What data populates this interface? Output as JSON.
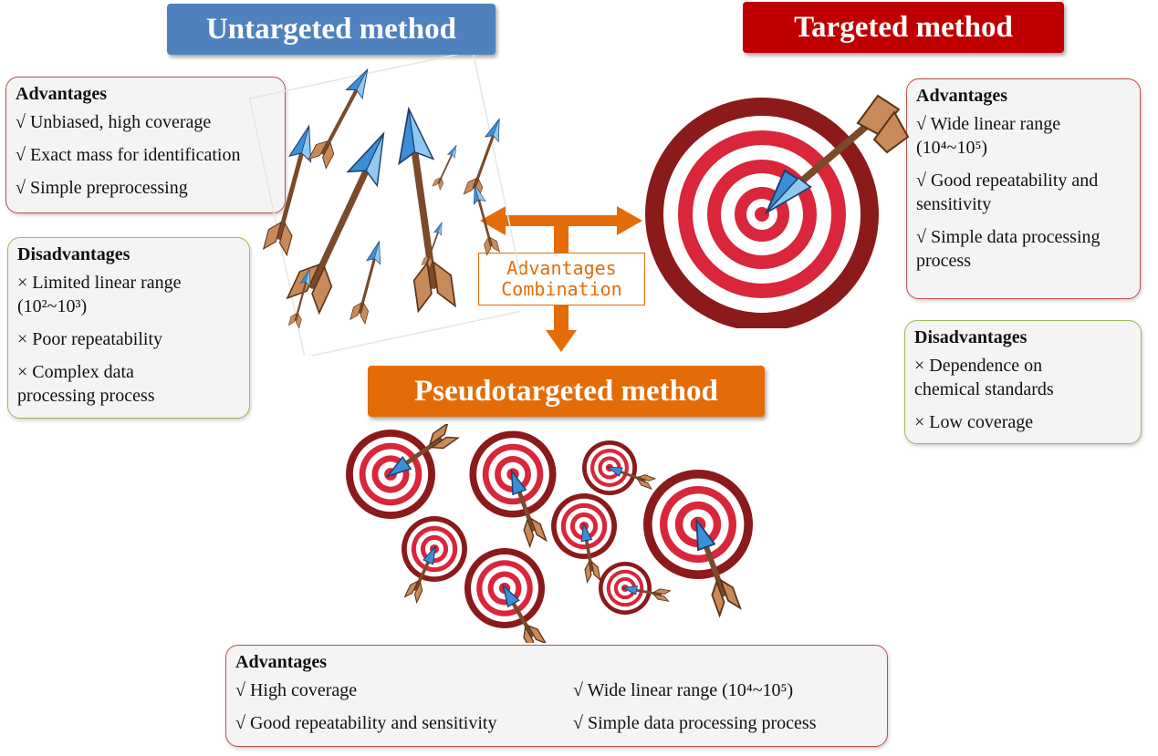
{
  "untargeted": {
    "title": "Untargeted method",
    "advantages_heading": "Advantages",
    "advantages": [
      "√ Unbiased, high coverage",
      "√ Exact mass for identification",
      "√ Simple preprocessing"
    ],
    "disadvantages_heading": "Disadvantages",
    "disadvantages": [
      "× Limited linear range",
      "(10²~10³)",
      "× Poor repeatability",
      "× Complex data",
      "processing process"
    ]
  },
  "targeted": {
    "title": "Targeted method",
    "advantages_heading": "Advantages",
    "advantages": [
      "√ Wide linear range",
      "(10⁴~10⁵)",
      "√ Good repeatability and",
      "sensitivity",
      "√ Simple data processing",
      "process"
    ],
    "disadvantages_heading": "Disadvantages",
    "disadvantages": [
      "× Dependence on",
      "chemical standards",
      "× Low coverage"
    ]
  },
  "combination": {
    "line1": "Advantages",
    "line2": "Combination"
  },
  "pseudotargeted": {
    "title": "Pseudotargeted method",
    "advantages_heading": "Advantages",
    "advantages": [
      "√ High coverage",
      "√ Wide linear range (10⁴~10⁵)",
      "√ Good repeatability and sensitivity",
      "√ Simple data processing process"
    ]
  },
  "colors": {
    "untargeted": "#4f81bd",
    "targeted": "#c00000",
    "pseudotargeted": "#e36c09",
    "target_red": "#c8102e",
    "target_dark": "#8b1a1a",
    "arrow_blue": "#3b8fd6",
    "arrow_shaft": "#7a4a2a"
  }
}
